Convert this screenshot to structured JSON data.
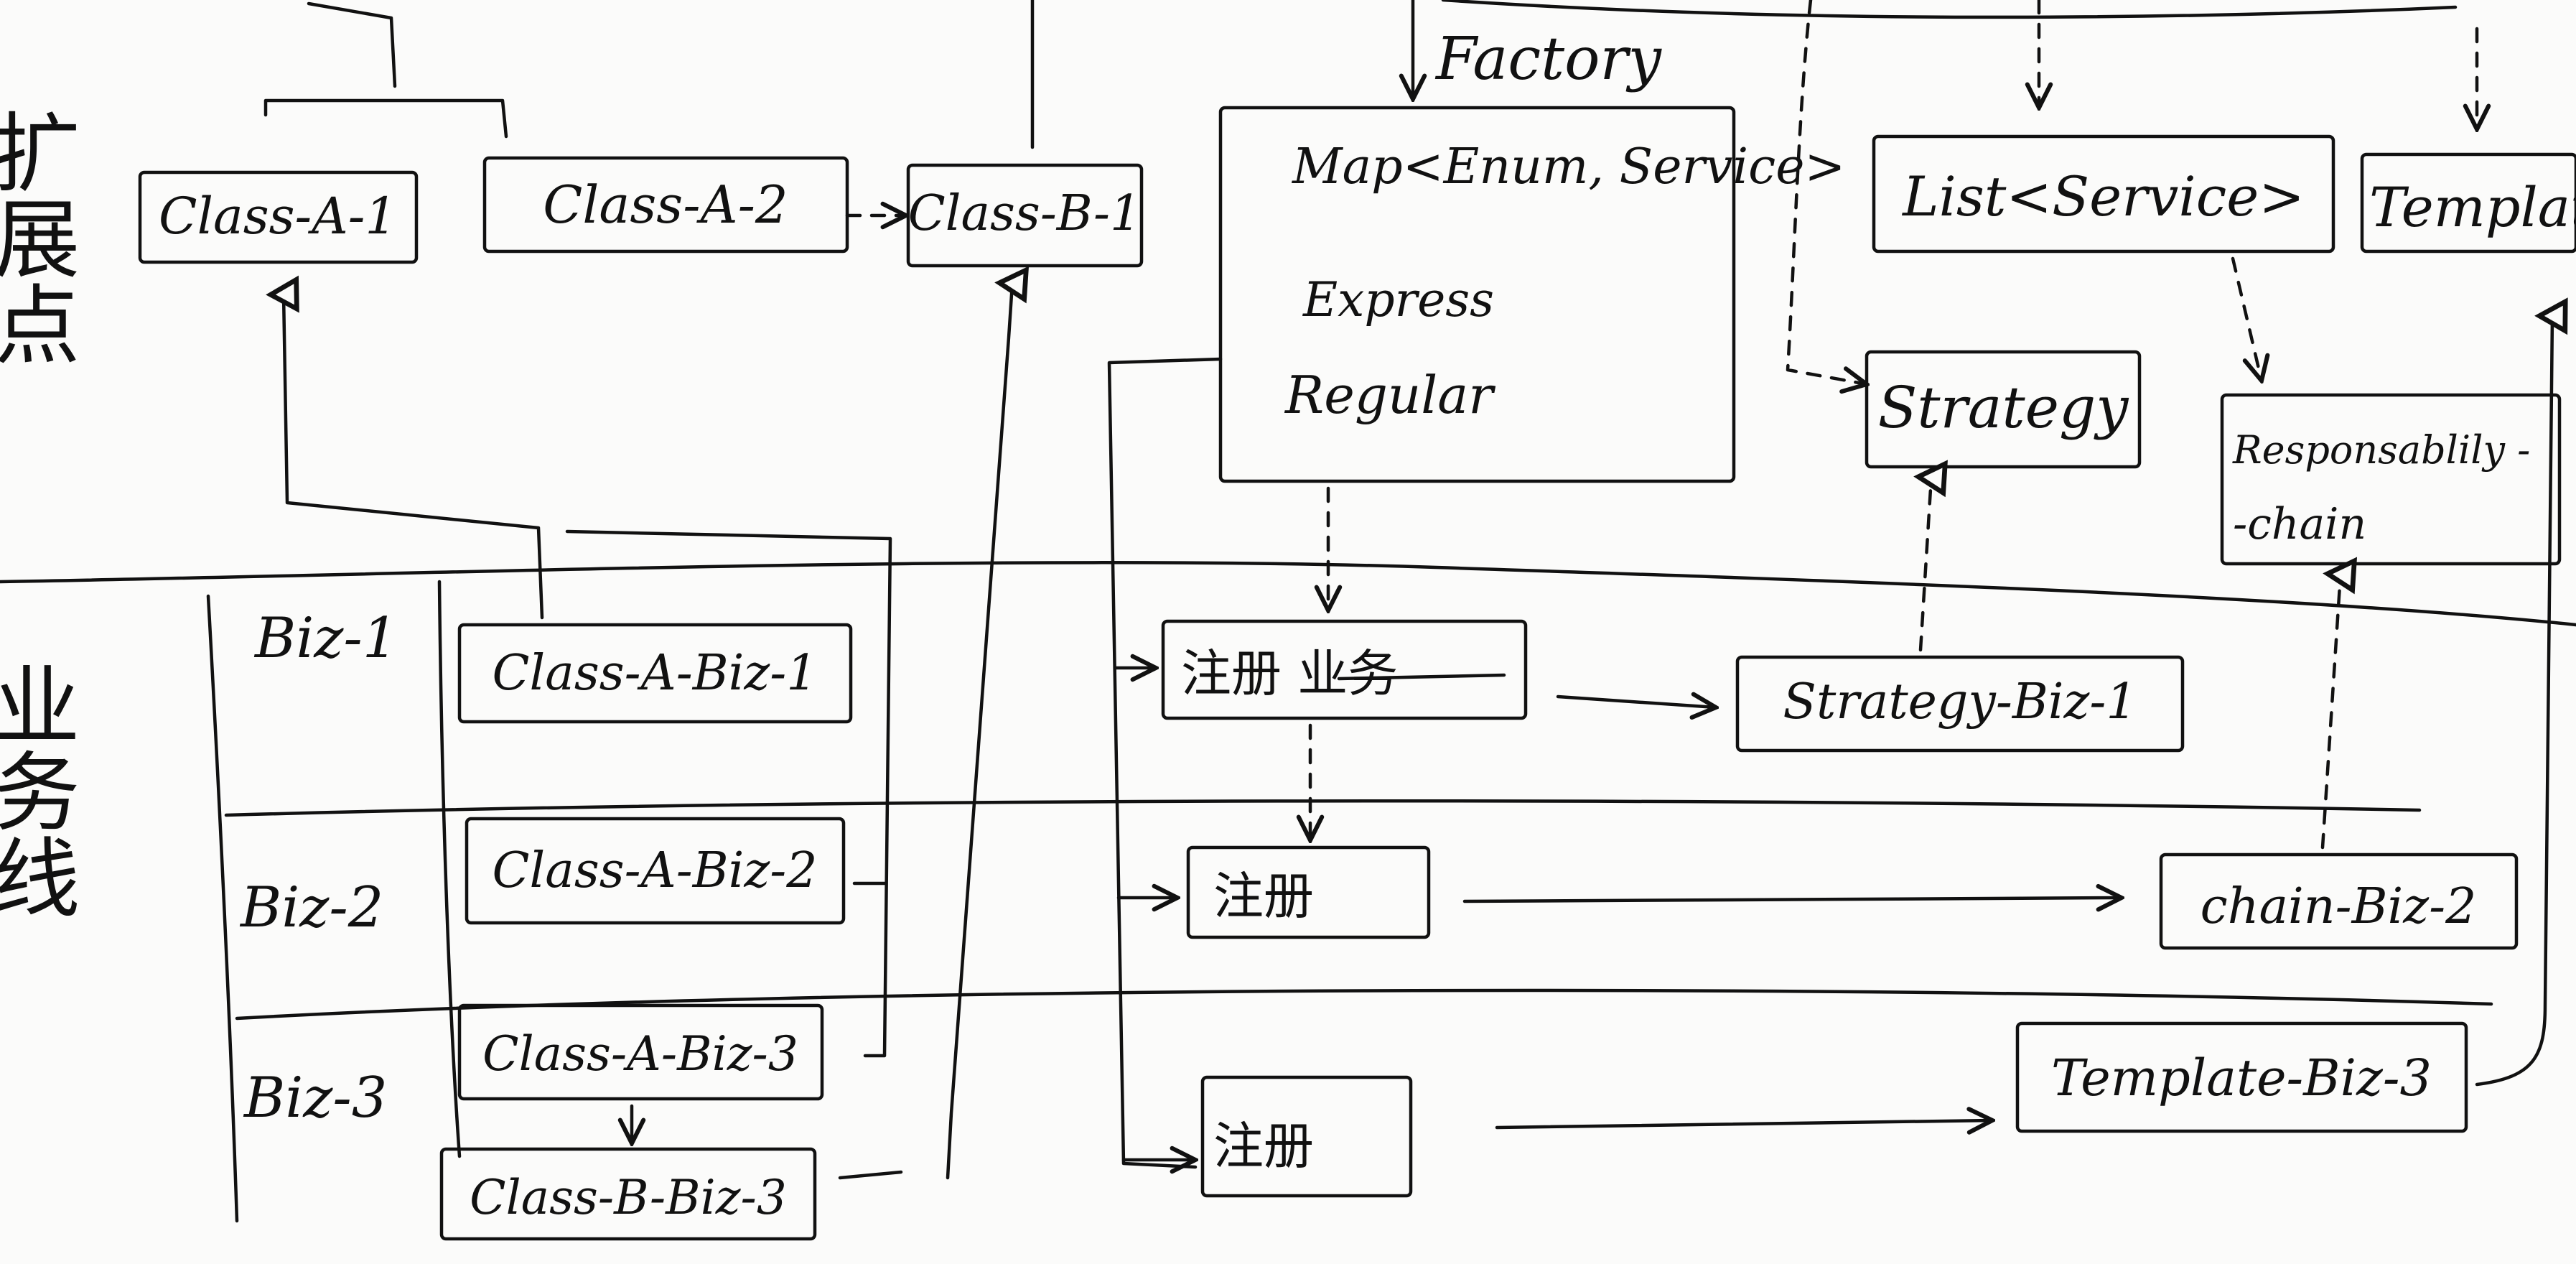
{
  "zones": {
    "extension_points": "扩展点",
    "business_lines": "业务线"
  },
  "extension": {
    "class_a_1": "Class-A-1",
    "class_a_2": "Class-A-2",
    "class_b_1": "Class-B-1",
    "factory_label": "Factory",
    "factory_map": "Map<Enum, Service>",
    "factory_express": "Express",
    "factory_regular": "Regular",
    "list_service": "List<Service>",
    "template": "Template",
    "strategy": "Strategy",
    "responsibility_chain": [
      "Responsablily -",
      "-chain"
    ]
  },
  "business": {
    "biz_1": "Biz-1",
    "biz_2": "Biz-2",
    "biz_3": "Biz-3",
    "class_a_biz_1": "Class-A-Biz-1",
    "class_a_biz_2": "Class-A-Biz-2",
    "class_a_biz_3": "Class-A-Biz-3",
    "class_b_biz_3": "Class-B-Biz-3",
    "register_1": "注册 业务",
    "register_2": "注册",
    "register_3": "注册",
    "strategy_biz_1": "Strategy-Biz-1",
    "chain_biz_2": "chain-Biz-2",
    "template_biz_3": "Template-Biz-3"
  }
}
